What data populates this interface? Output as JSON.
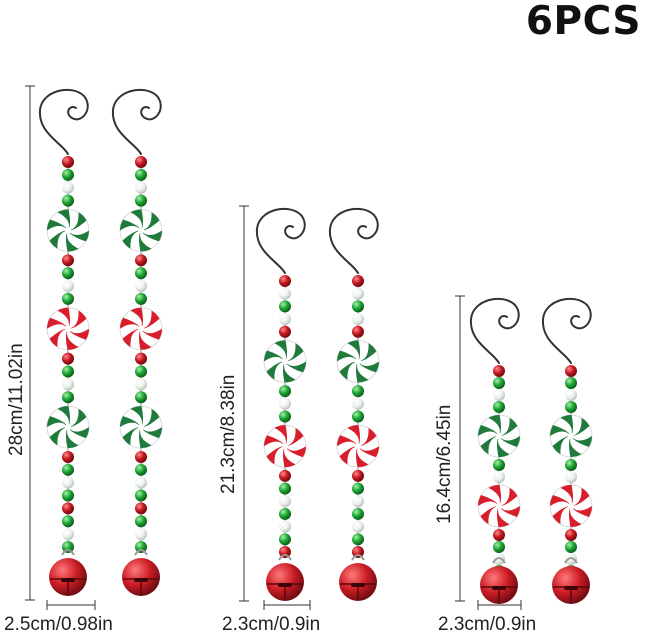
{
  "title": "6PCS",
  "sizes": [
    {
      "height_label": "28cm/11.02in",
      "width_label": "2.5cm/0.98in",
      "beads": [
        "red",
        "green",
        "white",
        "green",
        "candy-green",
        "red",
        "green",
        "white",
        "green",
        "candy-red",
        "red",
        "green",
        "white",
        "green",
        "candy-green",
        "red",
        "green",
        "white",
        "green",
        "red",
        "green",
        "white",
        "green"
      ]
    },
    {
      "height_label": "21.3cm/8.38in",
      "width_label": "2.3cm/0.9in",
      "beads": [
        "red",
        "white",
        "green",
        "white",
        "red",
        "candy-green",
        "green",
        "white",
        "green",
        "candy-red",
        "red",
        "green",
        "white",
        "green",
        "white",
        "green",
        "red"
      ]
    },
    {
      "height_label": "16.4cm/6.45in",
      "width_label": "2.3cm/0.9in",
      "beads": [
        "red",
        "green",
        "white",
        "green",
        "candy-green",
        "green",
        "white",
        "candy-red",
        "red",
        "green",
        "white",
        "green"
      ]
    }
  ],
  "colors": {
    "red": "#c3141e",
    "green": "#18a331",
    "white": "#eef4ee",
    "candy_green": "#1f7a3c",
    "candy_red": "#d81e2c",
    "hook": "#333333",
    "bell": "#cc1d25",
    "dimension": "#333333"
  }
}
